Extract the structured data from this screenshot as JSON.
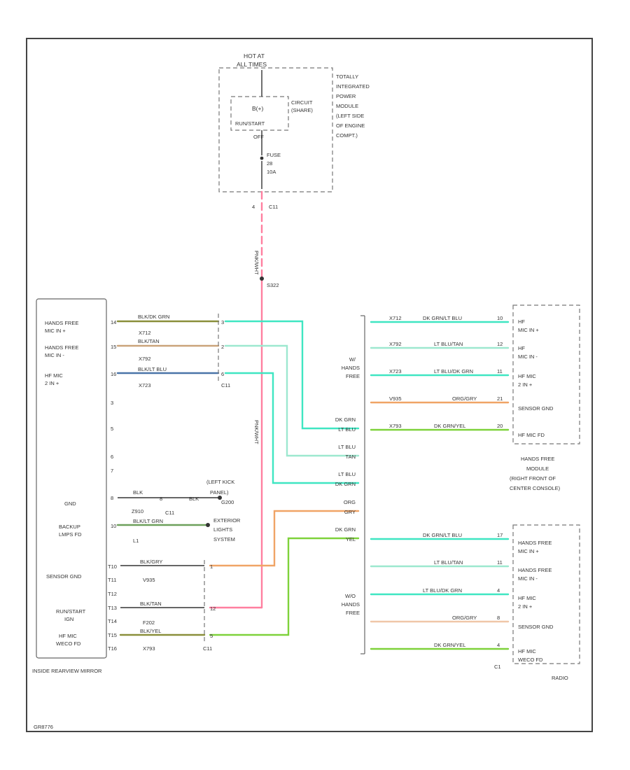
{
  "colors": {
    "pink": "#ff7f9f",
    "teal": "#3fe6c2",
    "orange": "#f0a466",
    "green": "#7ed23a",
    "light_teal": "#9de8cf",
    "black": "#333333"
  },
  "tipm": {
    "hot_at": "HOT AT",
    "all_times": "ALL TIMES",
    "title_lines": [
      "TOTALLY",
      "INTEGRATED",
      "POWER",
      "MODULE",
      "(LEFT SIDE",
      "OF ENGINE",
      "COMPT.)"
    ],
    "relay_label": "B(+)",
    "relay_sub": "RUN/START",
    "relay_sub2": "OFF",
    "circuit_label_1": "CIRCUIT",
    "circuit_label_2": "(SHARE)",
    "fuse_1": "FUSE",
    "fuse_2": "28",
    "fuse_3": "10A",
    "conn_pin": "4",
    "conn": "C11",
    "splice": "S322"
  },
  "mirror": {
    "pins": [
      {
        "label1": "HANDS FREE",
        "label2": "MIC IN +",
        "pin": "14",
        "wire": "BLK/DK GRN",
        "circuit": "X712",
        "conn_pin": "3"
      },
      {
        "label1": "HANDS FREE",
        "label2": "MIC IN -",
        "pin": "15",
        "wire": "BLK/TAN",
        "circuit": "X792",
        "conn_pin": "2"
      },
      {
        "label1": "HF MIC",
        "label2": "2 IN +",
        "pin": "16",
        "wire": "BLK/LT BLU",
        "circuit": "X723",
        "conn_pin": "6"
      }
    ],
    "spare_pins": [
      "3",
      "5",
      "6",
      "7"
    ],
    "conn_label": "C11",
    "gnd": {
      "label": "GND",
      "pin": "8",
      "wire": "BLK",
      "circuit": "Z910",
      "c_pin": "8",
      "c_label": "C11",
      "wire2": "BLK",
      "ground_label_1": "(LEFT KICK",
      "ground_label_2": "PANEL)",
      "ground_label_3": "G200"
    },
    "backup": {
      "label1": "BACKUP",
      "label2": "LMPS FD",
      "pin": "10",
      "wire": "BLK/LT GRN",
      "circuit": "L1",
      "dest_1": "EXTERIOR",
      "dest_2": "LIGHTS",
      "dest_3": "SYSTEM"
    },
    "sensor": {
      "label": "SENSOR GND",
      "pin": "T10",
      "pin2": "T11",
      "wire": "BLK/GRY",
      "circuit": "V935"
    },
    "t12": "T12",
    "runstart": {
      "label1": "RUN/START",
      "label2": "IGN",
      "pin": "T13",
      "wire": "BLK/TAN",
      "circuit": "F202",
      "pin2": "T14"
    },
    "hfmic": {
      "label1": "HF MIC",
      "label2": "WECO FD",
      "pin": "T15",
      "wire": "BLK/YEL",
      "circuit": "X793",
      "pin2": "T16"
    },
    "right_pins": [
      "1",
      "12",
      "5"
    ],
    "pink_wire": "PNK/WHT",
    "bottom_conn": "C11",
    "title": "INSIDE REARVIEW MIRROR"
  },
  "splice_group": {
    "top_label_1": "W/",
    "top_label_2": "HANDS",
    "top_label_3": "FREE",
    "mid_labels": [
      {
        "l1": "DK GRN",
        "l2": "LT BLU"
      },
      {
        "l1": "LT BLU",
        "l2": "TAN"
      },
      {
        "l1": "LT BLU",
        "l2": "DK GRN"
      },
      {
        "l1": "ORG",
        "l2": "GRY"
      },
      {
        "l1": "DK GRN",
        "l2": "YEL"
      }
    ],
    "bot_label_1": "W/O",
    "bot_label_2": "HANDS",
    "bot_label_3": "FREE"
  },
  "module": {
    "rows": [
      {
        "circuit": "X712",
        "wire": "DK GRN/LT BLU",
        "pin": "10",
        "label1": "HF",
        "label2": "MIC IN +"
      },
      {
        "circuit": "X792",
        "wire": "LT BLU/TAN",
        "pin": "12",
        "label1": "HF",
        "label2": "MIC IN -"
      },
      {
        "circuit": "X723",
        "wire": "LT BLU/DK GRN",
        "pin": "11",
        "label1": "HF MIC",
        "label2": "2 IN +"
      },
      {
        "circuit": "V935",
        "wire": "ORG/GRY",
        "pin": "21",
        "label1": "SENSOR GND",
        "label2": ""
      },
      {
        "circuit": "X793",
        "wire": "DK GRN/YEL",
        "pin": "20",
        "label1": "HF MIC FD",
        "label2": ""
      }
    ],
    "title_lines": [
      "HANDS FREE",
      "MODULE",
      "(RIGHT FRONT OF",
      "CENTER CONSOLE)"
    ]
  },
  "radio": {
    "rows": [
      {
        "wire": "DK GRN/LT BLU",
        "pin": "17",
        "label1": "HANDS FREE",
        "label2": "MIC IN +"
      },
      {
        "wire": "LT BLU/TAN",
        "pin": "11",
        "label1": "HANDS FREE",
        "label2": "MIC IN -"
      },
      {
        "wire": "LT BLU/DK GRN",
        "pin": "4",
        "label1": "HF MIC",
        "label2": "2 IN +"
      },
      {
        "wire": "ORG/GRY",
        "pin": "8",
        "label1": "SENSOR GND",
        "label2": ""
      },
      {
        "wire": "DK GRN/YEL",
        "pin": "4",
        "label1": "HF MIC",
        "label2": "WECO FD"
      }
    ],
    "conn": "C1",
    "title": "RADIO"
  },
  "footer": "GR8776"
}
